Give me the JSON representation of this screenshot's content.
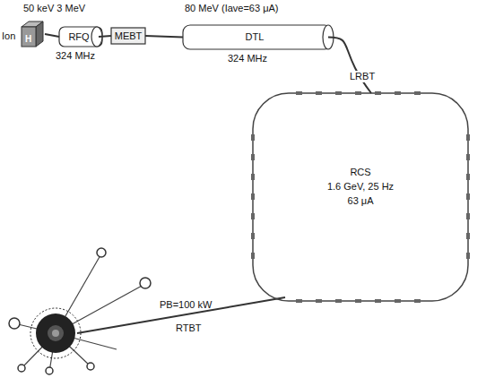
{
  "diagram": {
    "nodes": [
      {
        "text": [
          "Ion",
          "H"
        ]
      },
      {
        "text": [
          "RFQ"
        ]
      },
      {
        "text": [
          "MEBT"
        ]
      },
      {
        "text": [
          "DTL"
        ]
      },
      {
        "text": [
          "RCS",
          "1.6 GeV, 25 Hz",
          "63 μA"
        ]
      }
    ],
    "edges": [
      {
        "from": 0,
        "to": 1,
        "arrow": "none"
      },
      {
        "from": 1,
        "to": 2,
        "arrow": "none"
      },
      {
        "from": 2,
        "to": 3,
        "arrow": "none"
      },
      {
        "from": 3,
        "to": 4,
        "label": "LRBT",
        "arrow": "none"
      }
    ],
    "labels": [
      "50 keV 3 MeV",
      "80 MeV (Iave=63 μA)",
      "324 MHz",
      "324 MHz",
      "PB=100 kW",
      "RTBT"
    ]
  }
}
